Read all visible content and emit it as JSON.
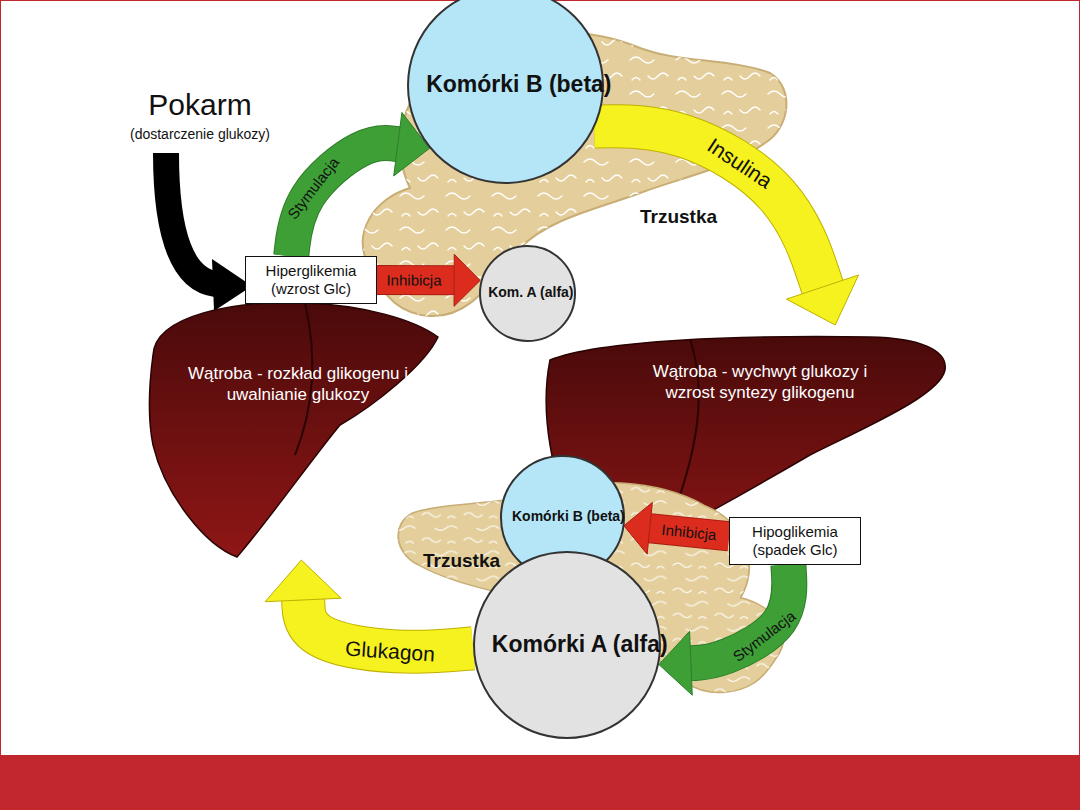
{
  "diagram": {
    "nodes": [
      {
        "text": [
          "Trzustka"
        ]
      },
      {
        "text": [
          "Komórki B (beta)"
        ],
        "in": 0
      },
      {
        "text": [
          "Kom. A (alfa)"
        ],
        "in": 0
      },
      {
        "text": [
          "Hiperglikemia (wzrost Glc)"
        ]
      },
      {
        "text": [
          "Wątroba - rozkład glikogenu i uwalnianie glukozy"
        ]
      },
      {
        "text": [
          "Wątroba - wychwyt glukozy i wzrost syntezy glikogenu"
        ]
      },
      {
        "text": [
          "Trzustka"
        ]
      },
      {
        "text": [
          "Komórki B (beta)"
        ],
        "in": 6
      },
      {
        "text": [
          "Komórki A (alfa)"
        ],
        "in": 6
      },
      {
        "text": [
          "Hipoglikemia (spadek Glc)"
        ]
      }
    ],
    "edges": [
      {
        "from": 3,
        "to": 1,
        "label": "Stymulacja",
        "arrow": "to"
      },
      {
        "from": 3,
        "to": 2,
        "label": "Inhibicja",
        "arrow": "to"
      },
      {
        "from": 1,
        "to": 5,
        "label": "Insulina",
        "arrow": "to"
      },
      {
        "from": 9,
        "to": 7,
        "label": "Inhibicja",
        "arrow": "to"
      },
      {
        "from": 9,
        "to": 8,
        "label": "Stymulacja",
        "arrow": "to"
      },
      {
        "from": 8,
        "to": 4,
        "label": "Glukagon",
        "arrow": "to"
      }
    ],
    "labels": [
      "Pokarm",
      "(dostarczenie glukozy)"
    ]
  }
}
